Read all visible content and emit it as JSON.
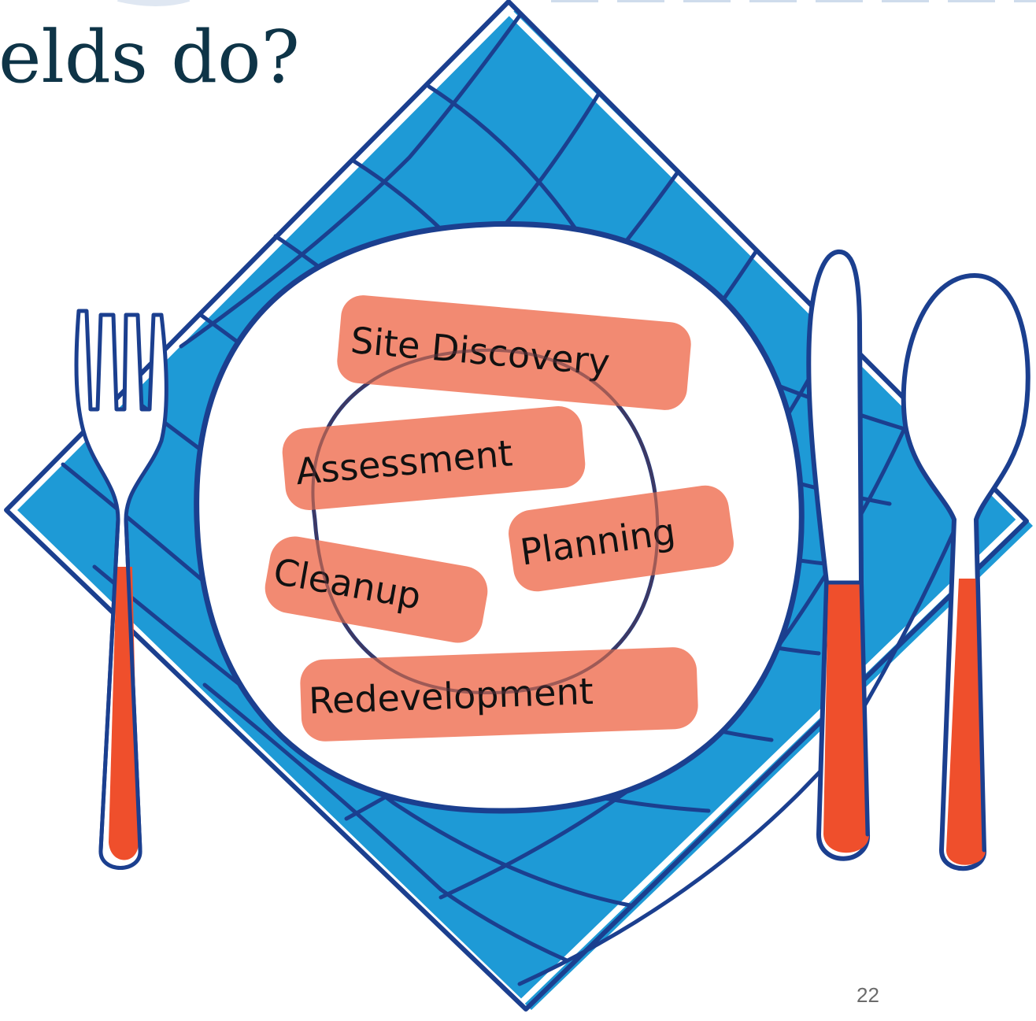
{
  "slide": {
    "title": "elds do?",
    "page_number": "22"
  },
  "plate_items": [
    {
      "label": "Site Discovery"
    },
    {
      "label": "Assessment"
    },
    {
      "label": "Planning"
    },
    {
      "label": "Cleanup"
    },
    {
      "label": "Redevelopment"
    }
  ],
  "colors": {
    "title": "#0e3447",
    "napkin": "#1e9ad6",
    "outline": "#1b3f8f",
    "handle": "#ef4f2c",
    "label_pill": "#f28a72",
    "page_number": "#6b6b6b"
  },
  "icons": [
    "fork-icon",
    "knife-icon",
    "spoon-icon",
    "plate-icon",
    "napkin-icon"
  ]
}
